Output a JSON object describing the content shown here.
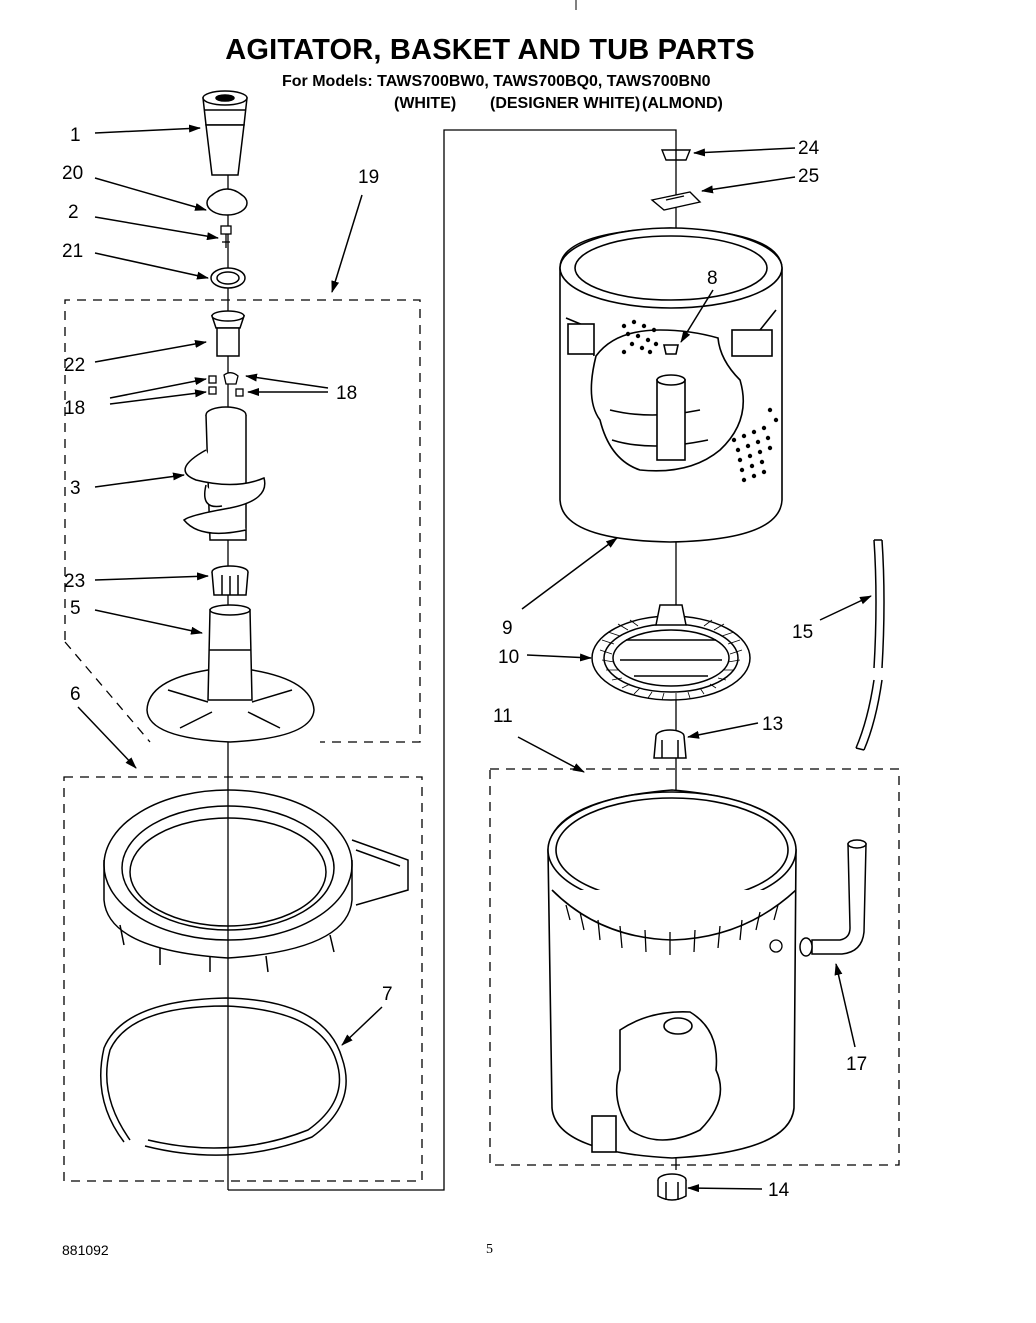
{
  "title": "AGITATOR, BASKET AND TUB PARTS",
  "subtitle": "For Models: TAWS700BW0, TAWS700BQ0, TAWS700BN0",
  "color_labels": [
    "(WHITE)",
    "(DESIGNER WHITE)",
    "(ALMOND)"
  ],
  "callouts": [
    "1",
    "20",
    "2",
    "21",
    "19",
    "22",
    "18",
    "18",
    "3",
    "23",
    "5",
    "6",
    "7",
    "24",
    "25",
    "8",
    "9",
    "15",
    "10",
    "11",
    "13",
    "17",
    "14"
  ],
  "footer": {
    "doc_number": "881092",
    "page_number": "5"
  }
}
